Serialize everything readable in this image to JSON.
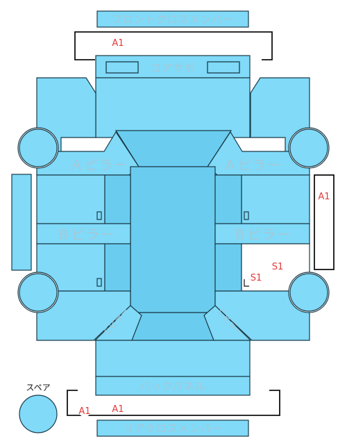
{
  "labels": {
    "front_cross_member": "フロントクロスメンバー",
    "core_support": "コアサポ",
    "a_pillar_left": "Ａピラー",
    "a_pillar_right": "Ａピラー",
    "b_pillar_left": "Ｂピラー",
    "b_pillar_right": "Ｂピラー",
    "c_pillar_left": "Ｃピラー",
    "c_pillar_right": "Ｃピラー",
    "back_panel": "バックパネル",
    "rear_cross_member": "リアクロスメンバー",
    "spare": "スペア"
  },
  "marks": {
    "front_frame": "A1",
    "right_side_frame": "A1",
    "rear_frame_left": "A1",
    "rear_frame_center": "A1",
    "damage_1": "S1",
    "damage_2": "S1"
  },
  "colors": {
    "panel": "#80daf8",
    "panel_dark": "#6acdf0",
    "label": "#a9c7d6",
    "mark": "#e23a3a"
  }
}
